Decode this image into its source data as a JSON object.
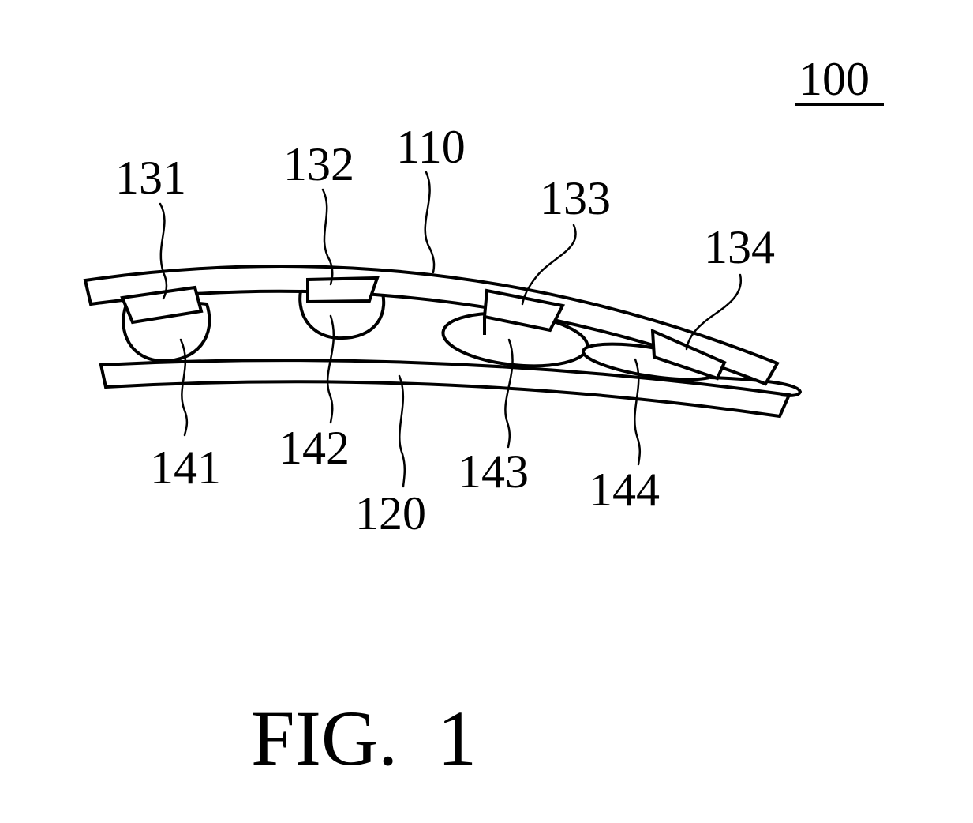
{
  "figure": {
    "assembly_number": "100",
    "caption": "FIG.  1",
    "components": {
      "upper_plate": "110",
      "lower_plate": "120",
      "pad_131": "131",
      "pad_132": "132",
      "pad_133": "133",
      "pad_134": "134",
      "bump_141": "141",
      "bump_142": "142",
      "bump_143": "143",
      "bump_144": "144"
    }
  }
}
